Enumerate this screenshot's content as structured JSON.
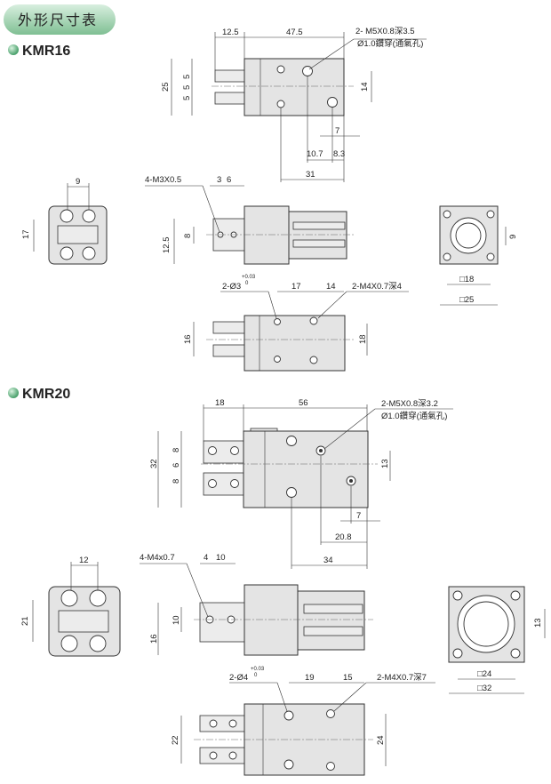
{
  "header": {
    "title": "外形尺寸表",
    "accent": "#8ec9a0"
  },
  "kmr16": {
    "title": "KMR16",
    "top": {
      "d1": "12.5",
      "d2": "47.5",
      "note1": "2- M5X0.8深3.5",
      "note2": "Ø1.0鑽穿(通氣孔)",
      "h": "25",
      "f1": "5",
      "f2": "5",
      "f3": "5",
      "r": "14",
      "p7": "7",
      "p107": "10.7",
      "p83": "8.3",
      "p31": "31"
    },
    "side": {
      "w": "9",
      "h": "17"
    },
    "front": {
      "thread": "4-M3X0.5",
      "a": "3",
      "b": "6",
      "h1": "8",
      "h2": "12.5"
    },
    "right": {
      "r": "9",
      "s1": "□18",
      "s2": "□25"
    },
    "bottom": {
      "hole": "2-Ø3",
      "tol_up": "+0.03",
      "tol_lo": "0",
      "a": "17",
      "b": "14",
      "thread": "2-M4X0.7深4",
      "l": "16",
      "r": "18"
    }
  },
  "kmr20": {
    "title": "KMR20",
    "top": {
      "d1": "18",
      "d2": "56",
      "note1": "2-M5X0.8深3.2",
      "note2": "Ø1.0鑽穿(通氣孔)",
      "h": "32",
      "f1": "8",
      "f2": "6",
      "f3": "8",
      "r": "13",
      "p7": "7",
      "p208": "20.8",
      "p34": "34"
    },
    "side": {
      "w": "12",
      "h": "21"
    },
    "front": {
      "thread": "4-M4x0.7",
      "a": "4",
      "b": "10",
      "h1": "10",
      "h2": "16"
    },
    "right": {
      "r": "13",
      "s1": "□24",
      "s2": "□32"
    },
    "bottom": {
      "hole": "2-Ø4",
      "tol_up": "+0.03",
      "tol_lo": "0",
      "a": "19",
      "b": "15",
      "thread": "2-M4X0.7深7",
      "l": "22",
      "r": "24"
    }
  }
}
